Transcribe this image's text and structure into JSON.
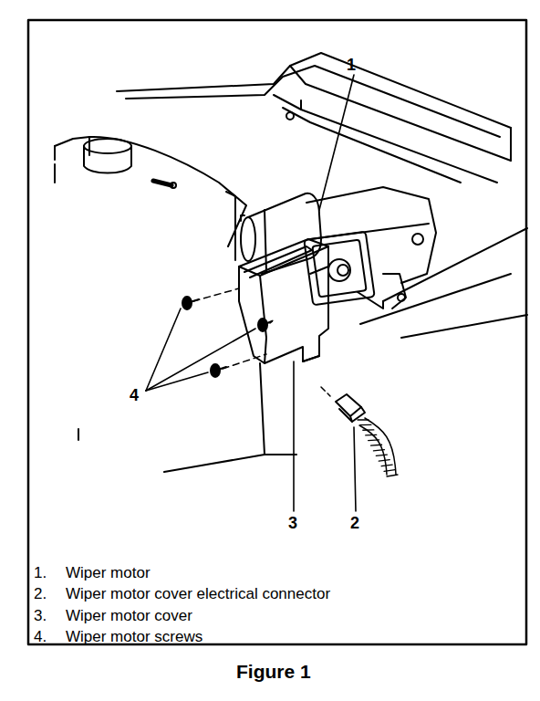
{
  "diagram": {
    "caption": "Figure 1",
    "labels": [
      "1",
      "4",
      "3",
      "2",
      "1.",
      "Wiper motor",
      "2.",
      "Wiper motor cover electrical connector",
      "3.",
      "Wiper motor cover",
      "4.",
      "Wiper motor screws"
    ]
  }
}
